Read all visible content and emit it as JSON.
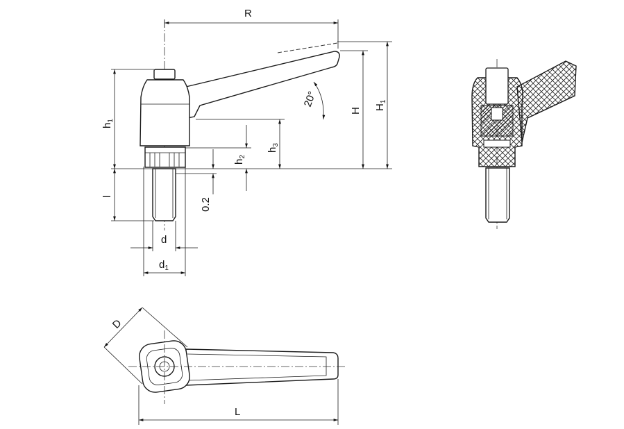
{
  "drawing": {
    "labels": {
      "R": "R",
      "h1": "h",
      "h1_sub": "1",
      "h2": "h",
      "h2_sub": "2",
      "h3": "h",
      "h3_sub": "3",
      "H": "H",
      "H1": "H",
      "H1_sub": "1",
      "l": "l",
      "gap": "0.2",
      "d": "d",
      "d1": "d",
      "d1_sub": "1",
      "D": "D",
      "L": "L",
      "angle": "20°"
    }
  }
}
